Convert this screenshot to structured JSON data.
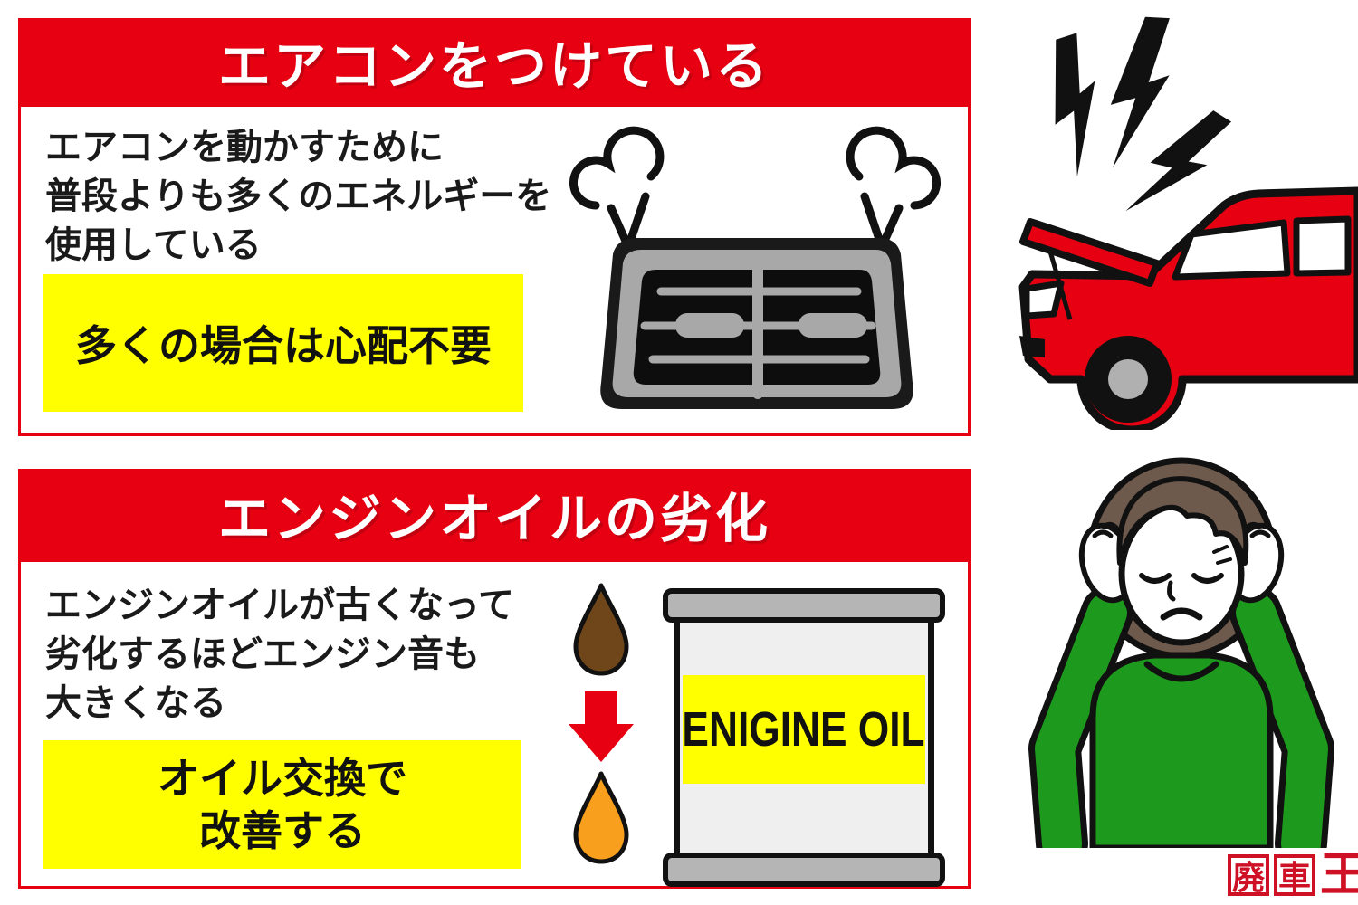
{
  "panels": [
    {
      "title": "エアコンをつけている",
      "body_lines": [
        "エアコンを動かすために",
        "普段よりも多くのエネルギーを",
        "使用している"
      ],
      "highlight_lines": [
        "多くの場合は心配不要"
      ]
    },
    {
      "title": "エンジンオイルの劣化",
      "body_lines": [
        "エンジンオイルが古くなって",
        "劣化するほどエンジン音も",
        "大きくなる"
      ],
      "highlight_lines": [
        "オイル交換で",
        "改善する"
      ]
    }
  ],
  "oil_can_label": "ENIGINE OIL",
  "logo_chars": [
    "廃",
    "車",
    "王"
  ],
  "colors": {
    "banner_red": "#e60012",
    "highlight_yellow": "#ffff00",
    "car_red": "#e60012",
    "sweater_green": "#1d9a1d",
    "old_oil_brown": "#6f451a",
    "new_oil_orange": "#f8a01d",
    "hair_brown": "#6e5a4d",
    "vent_gray": "#a8a8a8",
    "logo_red": "#cf1126"
  }
}
